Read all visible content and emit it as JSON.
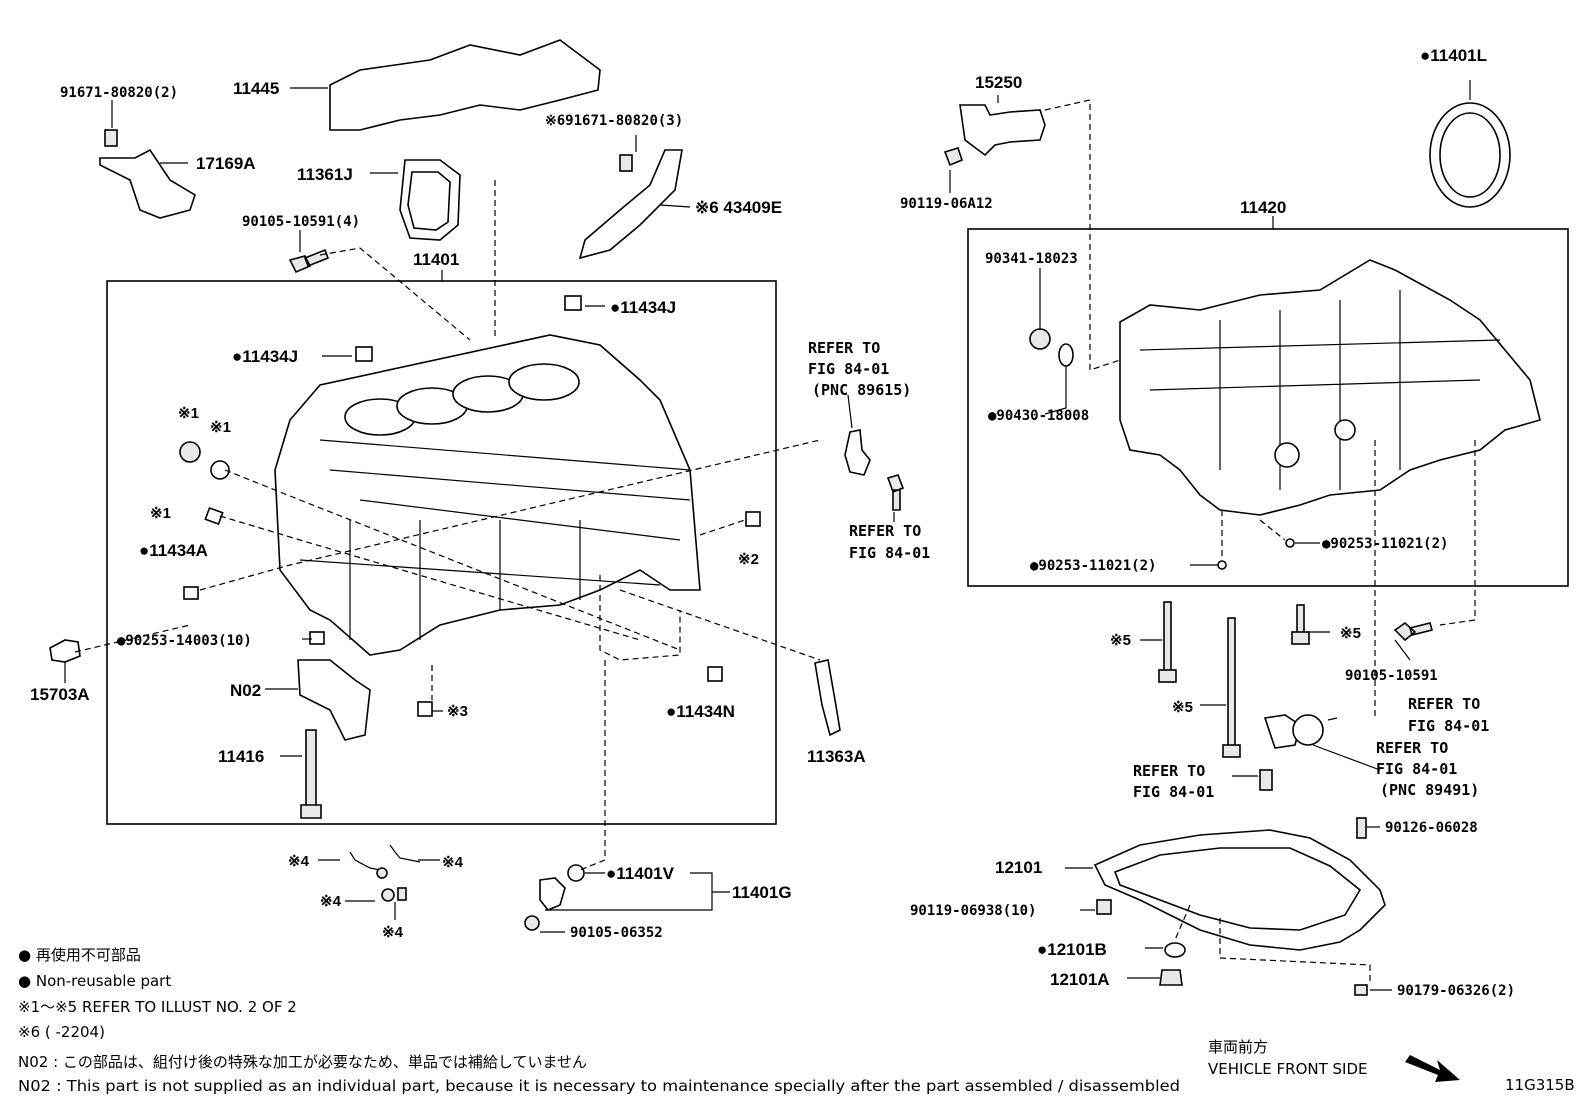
{
  "labels": {
    "p91671_80820_2": "91671-80820(2)",
    "p11445": "11445",
    "p17169A": "17169A",
    "p11361J": "11361J",
    "p91671_80820_3": "※691671-80820(3)",
    "p43409E": "※6 43409E",
    "p90105_10591_4": "90105-10591(4)",
    "p11401": "11401",
    "p11434J_top": "●11434J",
    "p11434J_left": "●11434J",
    "x1_a": "※1",
    "x1_b": "※1",
    "x1_c": "※1",
    "p11434A": "●11434A",
    "x2": "※2",
    "p90253_14003": "●90253-14003(10)",
    "p15703A": "15703A",
    "pN02": "N02",
    "x3": "※3",
    "p11434N": "●11434N",
    "p11416": "11416",
    "p11363A": "11363A",
    "x4_a": "※4",
    "x4_b": "※4",
    "x4_c": "※4",
    "x4_d": "※4",
    "p11401V": "●11401V",
    "p11401G": "11401G",
    "p90105_06352": "90105-06352",
    "p15250": "15250",
    "p90119_06A12": "90119-06A12",
    "p11401L": "●11401L",
    "p11420": "11420",
    "p90341_18023": "90341-18023",
    "p90430_18008": "●90430-18008",
    "p90253_11021_a": "●90253-11021(2)",
    "p90253_11021_b": "●90253-11021(2)",
    "x5_a": "※5",
    "x5_b": "※5",
    "x5_c": "※5",
    "p90105_10591": "90105-10591",
    "p90126_06028": "90126-06028",
    "p12101": "12101",
    "p90119_06938": "90119-06938(10)",
    "p12101B": "●12101B",
    "p12101A": "12101A",
    "p90179_06326": "90179-06326(2)"
  },
  "refs": {
    "ref1": [
      "REFER TO",
      "FIG 84-01",
      "(PNC 89615)"
    ],
    "ref2": [
      "REFER TO",
      "FIG 84-01"
    ],
    "ref3": [
      "REFER TO",
      "FIG 84-01"
    ],
    "ref4": [
      "REFER TO",
      "FIG 84-01",
      "(PNC 89491)"
    ],
    "ref5": [
      "REFER TO",
      "FIG 84-01"
    ]
  },
  "notes": {
    "legend_jp": "● 再使用不可部品",
    "legend_en": "● Non-reusable part",
    "refer_illust": "※1〜※5  REFER TO ILLUST NO. 2 OF 2",
    "x6_range": "※6 (      -2204)",
    "n02_jp": "N02 : この部品は、組付け後の特殊な加工が必要なため、単品では補給していません",
    "n02_en": "N02 : This part is not supplied as an individual part, because it is necessary to maintenance specially after the part assembled / disassembled",
    "front_jp": "車両前方",
    "front_en": "VEHICLE FRONT SIDE",
    "figure_id": "11G315B"
  }
}
